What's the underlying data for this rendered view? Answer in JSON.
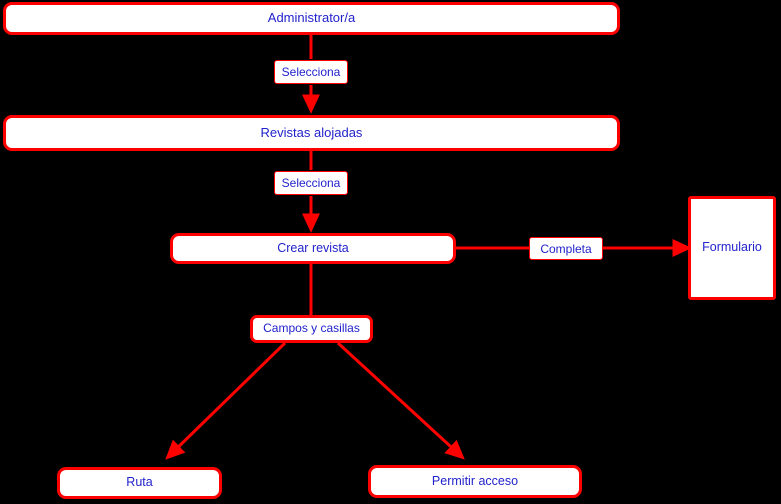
{
  "diagram": {
    "title": "Administrator journal creation flow",
    "colors": {
      "background": "#000000",
      "node_fill": "#ffffff",
      "node_border": "#ff0000",
      "text": "#2222cc",
      "arrow": "#ff0000"
    },
    "nodes": [
      {
        "id": "administrador",
        "label": "Administrator/a"
      },
      {
        "id": "revistas_alojadas",
        "label": "Revistas alojadas"
      },
      {
        "id": "crear_revista",
        "label": "Crear revista"
      },
      {
        "id": "formulario",
        "label": "Formulario"
      },
      {
        "id": "campos_casillas",
        "label": "Campos y casillas"
      },
      {
        "id": "ruta",
        "label": "Ruta"
      },
      {
        "id": "permitir_acceso",
        "label": "Permitir acceso"
      }
    ],
    "edge_labels": [
      {
        "id": "selecciona_1",
        "label": "Selecciona"
      },
      {
        "id": "selecciona_2",
        "label": "Selecciona"
      },
      {
        "id": "completa",
        "label": "Completa"
      }
    ]
  }
}
